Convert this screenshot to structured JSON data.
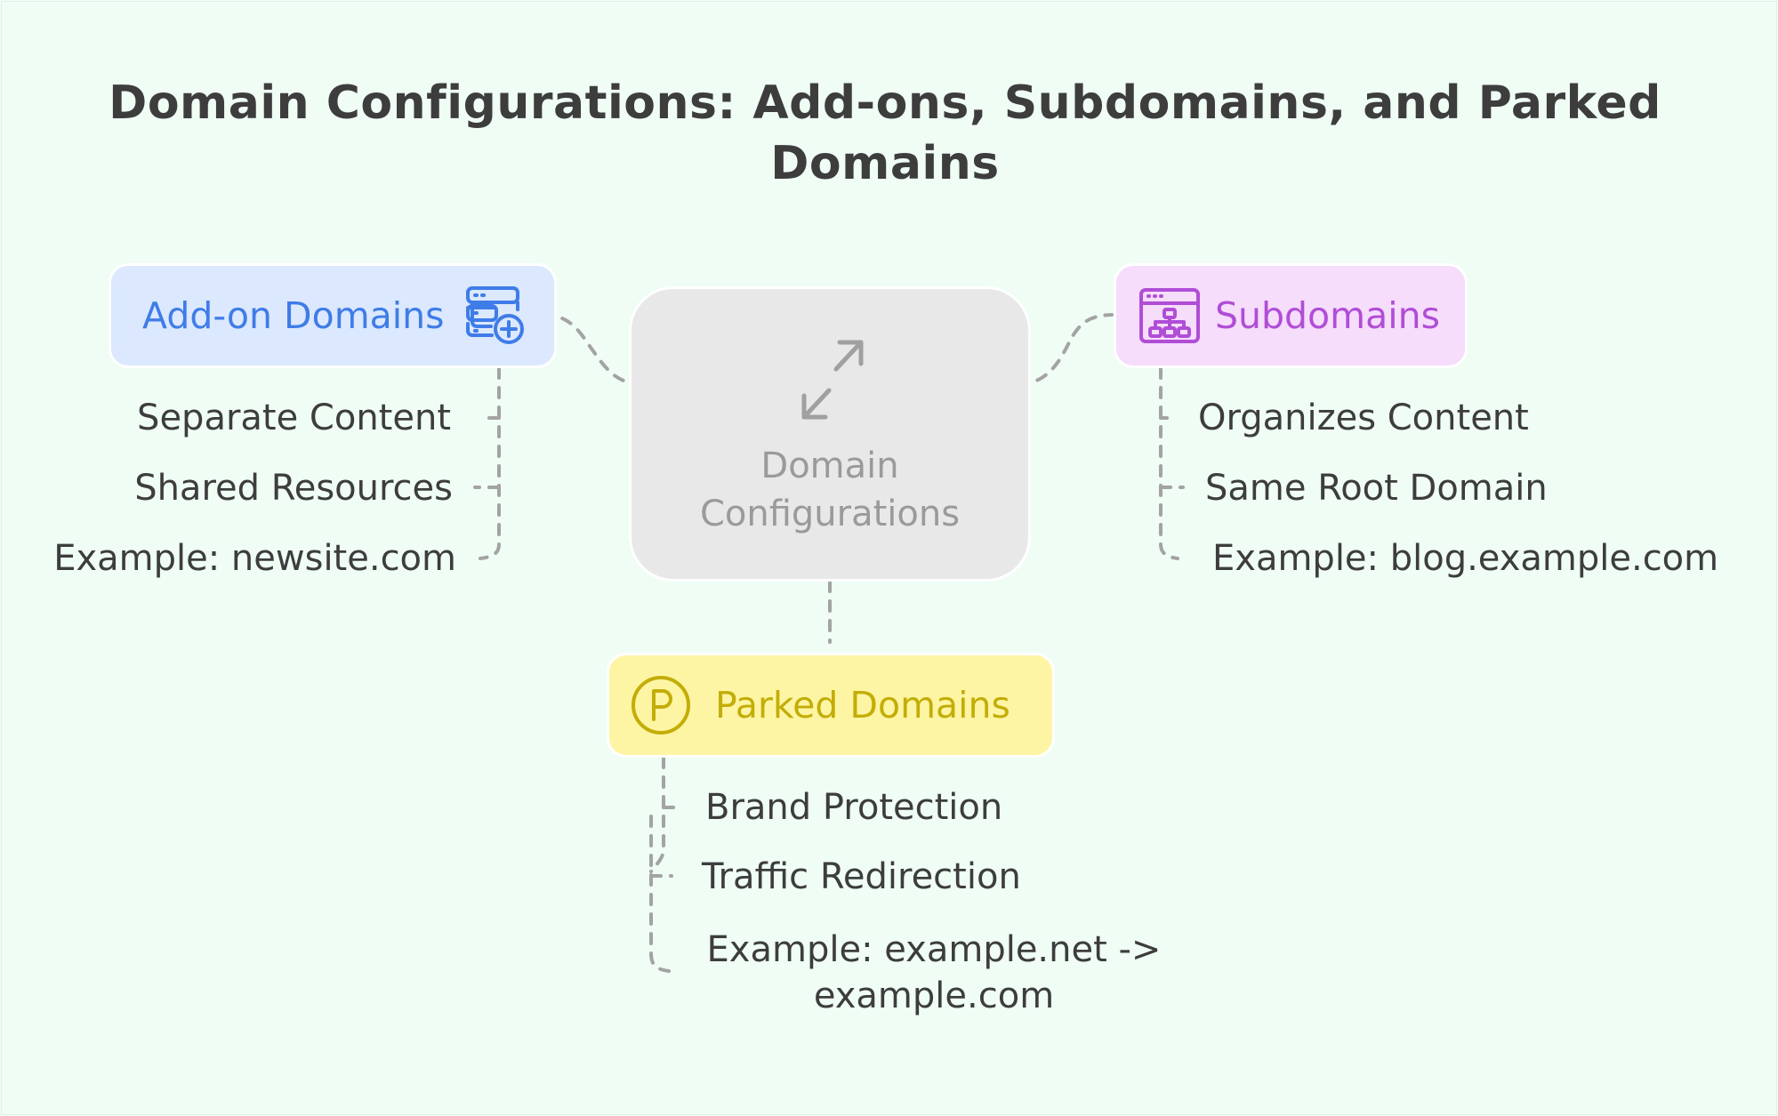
{
  "title": "Domain Configurations: Add-ons, Subdomains, and Parked Domains",
  "center": {
    "label": "Domain Configurations",
    "icon": "arrows-expand-icon"
  },
  "branches": {
    "addon": {
      "label": "Add-on Domains",
      "icon": "server-add-icon",
      "color": "#3f7ce8",
      "items": [
        "Separate Content",
        "Shared Resources",
        "Example: newsite.com"
      ]
    },
    "subdomains": {
      "label": "Subdomains",
      "icon": "sitemap-window-icon",
      "color": "#b04dd6",
      "items": [
        "Organizes Content",
        "Same Root Domain",
        "Example: blog.example.com"
      ]
    },
    "parked": {
      "label": "Parked Domains",
      "icon": "parking-circle-icon",
      "color": "#c3ad07",
      "items": [
        "Brand Protection",
        "Traffic Redirection",
        "Example: example.net -> example.com"
      ]
    }
  }
}
